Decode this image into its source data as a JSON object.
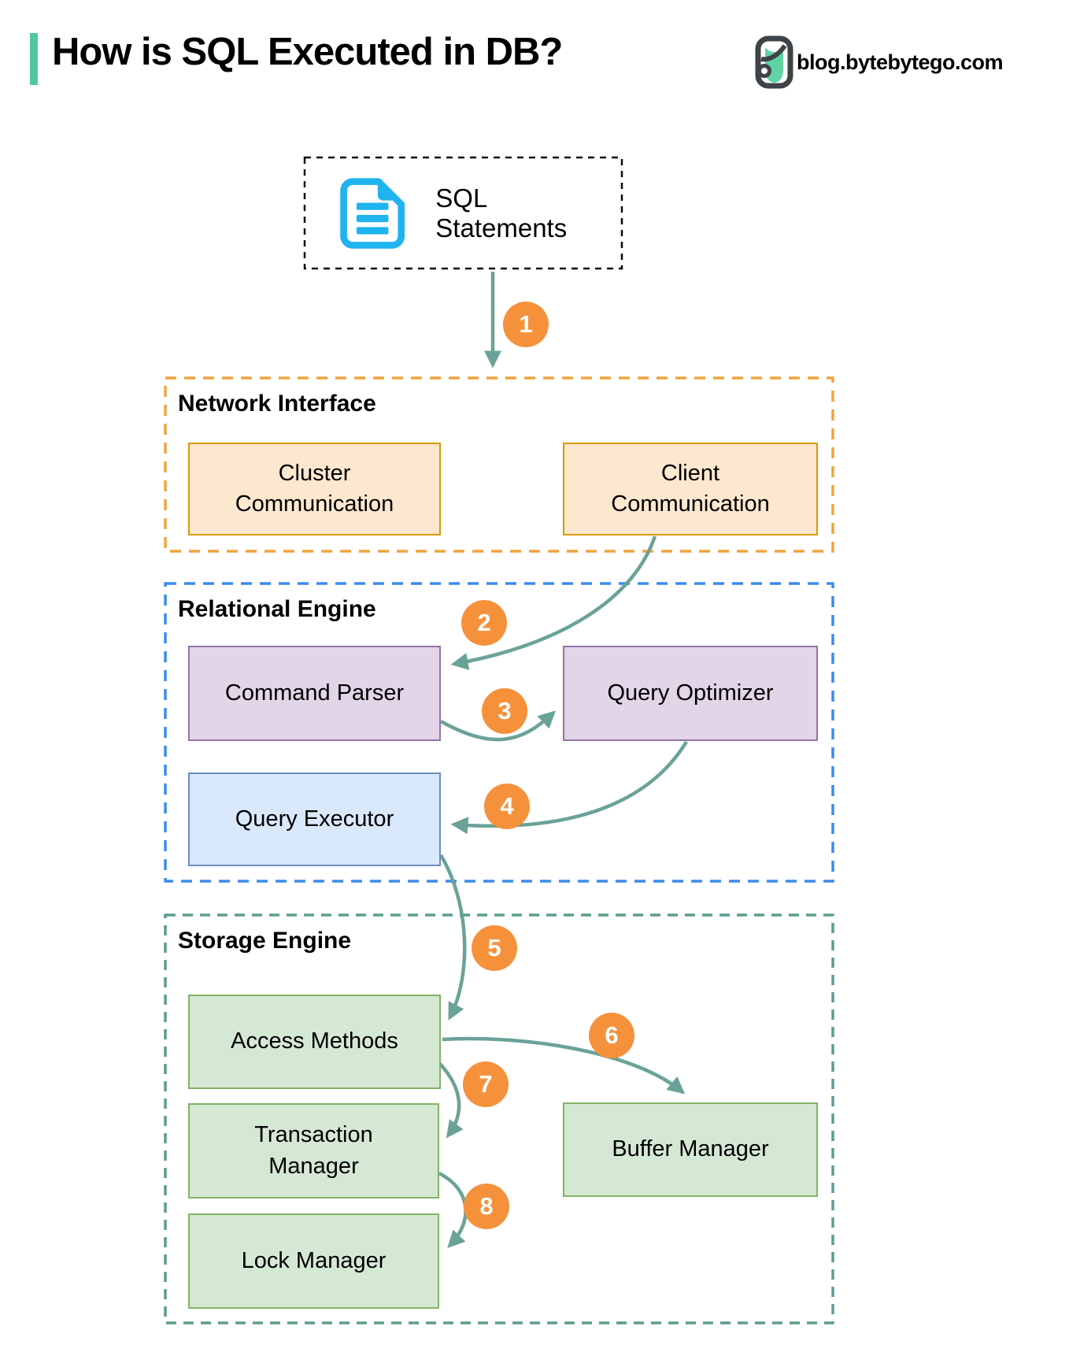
{
  "header": {
    "title": "How is SQL Executed in DB?",
    "site": "blog.bytebytego.com"
  },
  "source": {
    "label": "SQL Statements"
  },
  "sections": {
    "network": {
      "title": "Network Interface",
      "boxes": [
        {
          "label": "Cluster Communication"
        },
        {
          "label": "Client Communication"
        }
      ]
    },
    "relational": {
      "title": "Relational Engine",
      "boxes": [
        {
          "label": "Command Parser"
        },
        {
          "label": "Query Optimizer"
        },
        {
          "label": "Query Executor"
        }
      ]
    },
    "storage": {
      "title": "Storage Engine",
      "boxes": [
        {
          "label": "Access Methods"
        },
        {
          "label": "Transaction Manager"
        },
        {
          "label": "Buffer Manager"
        },
        {
          "label": "Lock Manager"
        }
      ]
    }
  },
  "steps": [
    "1",
    "2",
    "3",
    "4",
    "5",
    "6",
    "7",
    "8"
  ],
  "colors": {
    "accent": "#4FC8A2",
    "arrow": "#6AA298",
    "step_circle": "#F6913B",
    "network_border": "#F0A43E",
    "relational_border": "#3B8CEA",
    "storage_border": "#5C9C91",
    "orange_fill": "#FCE7CF",
    "orange_stroke": "#D79B00",
    "purple_fill": "#E1D5E7",
    "purple_stroke": "#9673A6",
    "blue_fill": "#DAE8FC",
    "blue_stroke": "#6C8EBF",
    "green_fill": "#D5E8D4",
    "green_stroke": "#82B366",
    "doc_icon": "#1FB4EF",
    "logo_dark": "#3E4347",
    "logo_mint": "#5FD3A5"
  }
}
